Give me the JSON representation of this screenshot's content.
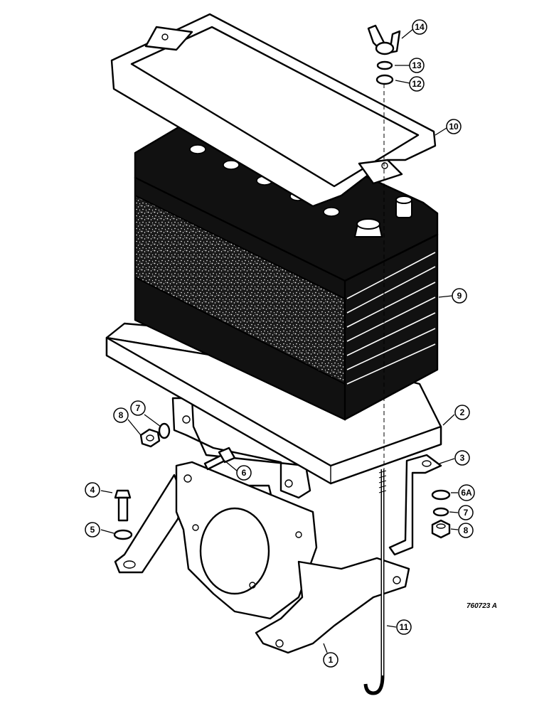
{
  "diagram": {
    "drawing_number": "760723 A",
    "callouts": [
      {
        "id": "c1",
        "label": "1"
      },
      {
        "id": "c2",
        "label": "2"
      },
      {
        "id": "c3",
        "label": "3"
      },
      {
        "id": "c4",
        "label": "4"
      },
      {
        "id": "c5",
        "label": "5"
      },
      {
        "id": "c6",
        "label": "6"
      },
      {
        "id": "c6a",
        "label": "6A"
      },
      {
        "id": "c7a",
        "label": "7"
      },
      {
        "id": "c7b",
        "label": "7"
      },
      {
        "id": "c8a",
        "label": "8"
      },
      {
        "id": "c8b",
        "label": "8"
      },
      {
        "id": "c9",
        "label": "9"
      },
      {
        "id": "c10",
        "label": "10"
      },
      {
        "id": "c11",
        "label": "11"
      },
      {
        "id": "c12",
        "label": "12"
      },
      {
        "id": "c13",
        "label": "13"
      },
      {
        "id": "c14",
        "label": "14"
      }
    ]
  }
}
